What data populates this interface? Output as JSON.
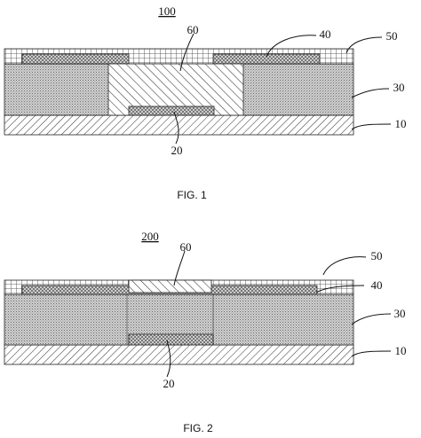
{
  "figure1": {
    "title": "100",
    "caption": "FIG. 1",
    "labels": {
      "l60": "60",
      "l40": "40",
      "l50": "50",
      "l30": "30",
      "l10": "10",
      "l20": "20"
    }
  },
  "figure2": {
    "title": "200",
    "caption": "FIG. 2",
    "labels": {
      "l60": "60",
      "l50": "50",
      "l40": "40",
      "l30": "30",
      "l10": "10",
      "l20": "20"
    }
  },
  "patterns": {
    "substrate": "diagonal-hatch",
    "layer30": "dense-stipple",
    "layer50": "grid",
    "layer40": "cross-hatch",
    "layer60": "diagonal-hatch-wide",
    "layer20": "cross-hatch"
  }
}
